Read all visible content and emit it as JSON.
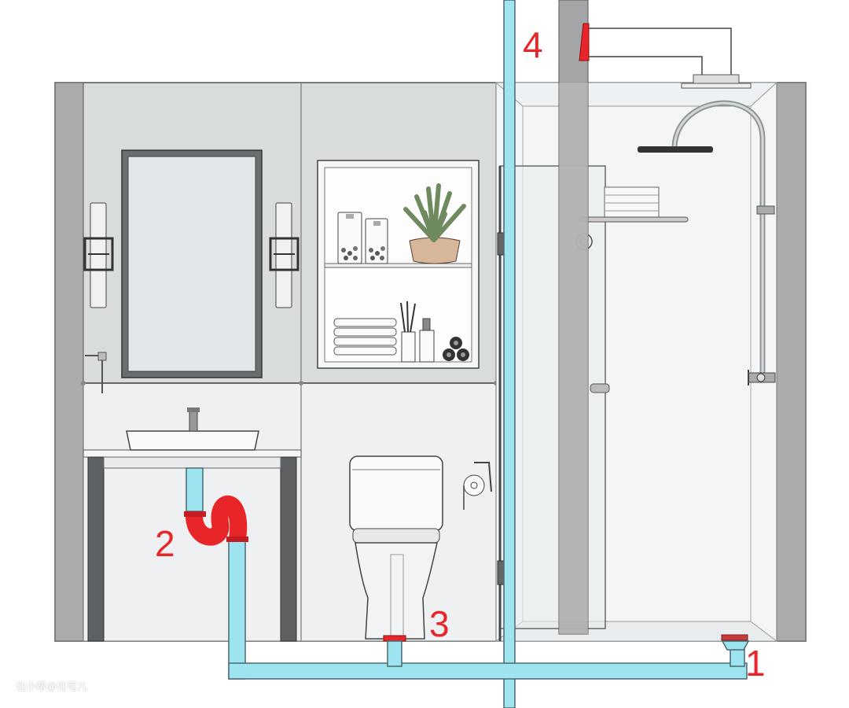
{
  "colors": {
    "water_pipe": "#9ee3f0",
    "pipe_outline": "#4a6a72",
    "trap_red": "#e8262a",
    "marker_red": "#e8262a",
    "wall_gray": "#d7dadb",
    "side_wall": "#a9abac",
    "glass": "#eef2f4",
    "vent_pipe": "#9a9b9c"
  },
  "markers": {
    "floor_drain": "1",
    "sink_trap": "2",
    "toilet_outlet": "3",
    "vent_valve": "4"
  },
  "watermark": "住小帮@住宅儿"
}
